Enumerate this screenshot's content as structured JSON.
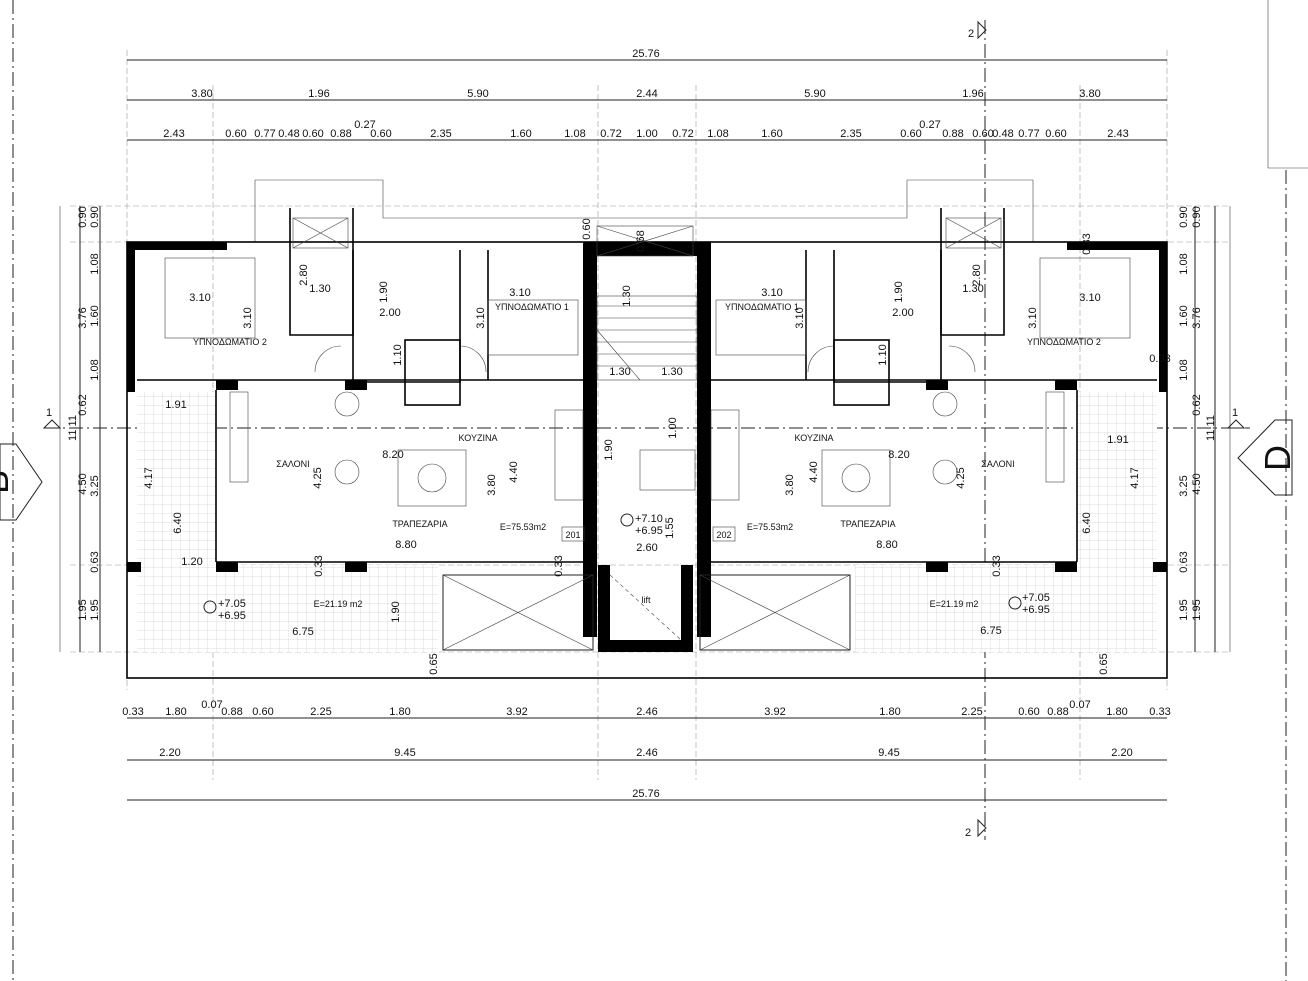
{
  "top_dims": {
    "overall": "25.76",
    "row1": [
      "3.80",
      "1.96",
      "5.90",
      "2.44",
      "5.90",
      "1.96",
      "3.80"
    ],
    "row2": [
      "2.43",
      "0.60",
      "0.77",
      "0.48",
      "0.60",
      "0.88",
      "0.60",
      "2.35",
      "1.60",
      "1.08",
      "0.72",
      "1.00",
      "0.72",
      "1.08",
      "1.60",
      "2.35",
      "0.60",
      "0.88",
      "0.60",
      "0.48",
      "0.77",
      "0.60",
      "2.43"
    ],
    "row2_extra": [
      "0.27",
      "0.27"
    ]
  },
  "bottom_dims": {
    "row1": [
      "0.33",
      "1.80",
      "0.88",
      "0.60",
      "2.25",
      "1.80",
      "3.92",
      "2.46",
      "3.92",
      "1.80",
      "2.25",
      "0.60",
      "0.88",
      "1.80",
      "0.33"
    ],
    "row1_extra": [
      "0.07",
      "0.07"
    ],
    "row2": [
      "2.20",
      "9.45",
      "2.46",
      "9.45",
      "2.20"
    ],
    "overall": "25.76"
  },
  "left_dims": {
    "outer": [
      "0.90",
      "3.76",
      "0.62",
      "4.50",
      "1.95"
    ],
    "inner": [
      "0.90",
      "1.08",
      "1.60",
      "1.08",
      "3.25",
      "0.63",
      "1.95"
    ],
    "total": "11.11"
  },
  "right_dims": {
    "outer": [
      "0.90",
      "3.76",
      "0.62",
      "4.50",
      "1.95"
    ],
    "inner": [
      "0.90",
      "1.08",
      "1.60",
      "1.08",
      "3.25",
      "0.63",
      "1.95"
    ],
    "total": "11.11"
  },
  "section_marks": {
    "top": "2",
    "bottom": "2",
    "left": "1",
    "right": "1"
  },
  "grid_bubbles": {
    "left": "B",
    "right": "D"
  },
  "rooms": {
    "bedroom2_left": "ΥΠΝΟΔΩΜΑΤΙΟ 2",
    "bedroom1_left": "ΥΠΝΟΔΩΜΑΤΙΟ 1",
    "bedroom1_right": "ΥΠΝΟΔΩΜΑΤΙΟ 1",
    "bedroom2_right": "ΥΠΝΟΔΩΜΑΤΙΟ 2",
    "salon_left": "ΣΑΛΟΝΙ",
    "salon_right": "ΣΑΛΟΝΙ",
    "kitchen_left": "ΚΟΥΖΙΝΑ",
    "kitchen_right": "ΚΟΥΖΙΝΑ",
    "dining_left": "ΤΡΑΠΕΖΑΡΙΑ",
    "dining_right": "ΤΡΑΠΕΖΑΡΙΑ",
    "lift": "lift"
  },
  "areas": {
    "apt_left": "E=75.53m2",
    "apt_right": "E=75.53m2",
    "veranda_left": "E=21.19 m2",
    "veranda_right": "E=21.19 m2"
  },
  "apartment_numbers": {
    "left": "201",
    "right": "202"
  },
  "levels": {
    "landing_top": "+7.10",
    "landing_bottom": "+6.95",
    "veranda_left_top": "+7.05",
    "veranda_left_bottom": "+6.95",
    "veranda_right_top": "+7.05",
    "veranda_right_bottom": "+6.95"
  },
  "interior_dims": {
    "l_bed2_w": "3.10",
    "l_bed2_h": "3.10",
    "l_wc_280": "2.80",
    "l_wc_130": "1.30",
    "l_190": "1.90",
    "l_200": "2.00",
    "l_110": "1.10",
    "l_bed1_w": "3.10",
    "l_bed1_h": "3.10",
    "l_salon_w": "8.20",
    "l_salon_h": "4.25",
    "l_191": "1.91",
    "l_417": "4.17",
    "l_640": "6.40",
    "l_380": "3.80",
    "l_440": "4.40",
    "l_880": "8.80",
    "l_120": "1.20",
    "l_033": "0.33",
    "l_675": "6.75",
    "l_veranda_190": "1.90",
    "l_065": "0.65",
    "stair_130": "1.30",
    "stair_130b": "1.30",
    "stair_130c": "1.30",
    "lift_190": "1.90",
    "lift_100": "1.00",
    "lift_155": "1.55",
    "lift_260": "2.60",
    "core_060": "0.60",
    "core_068": "0.68",
    "core_033": "0.33",
    "r_bed2_w": "3.10",
    "r_bed2_h": "3.10",
    "r_wc_280": "2.80",
    "r_wc_130": "1.30",
    "r_190": "1.90",
    "r_200": "2.00",
    "r_110": "1.10",
    "r_bed1_w": "3.10",
    "r_bed1_h": "3.10",
    "r_salon_w": "8.20",
    "r_salon_h": "4.25",
    "r_191": "1.91",
    "r_417": "4.17",
    "r_640": "6.40",
    "r_380": "3.80",
    "r_440": "4.40",
    "r_880": "8.80",
    "r_033": "0.33",
    "r_033b": "0.33",
    "r_675": "6.75",
    "r_065": "0.65",
    "r_033top": "0.33"
  }
}
